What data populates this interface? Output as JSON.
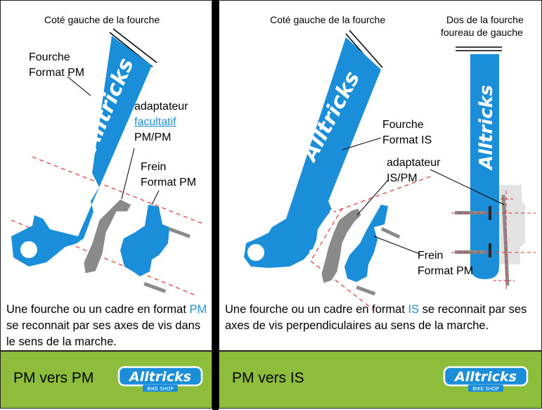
{
  "left_panel": {
    "top_label": "Coté gauche de la fourche",
    "fork_label": [
      "Fourche",
      "Format PM"
    ],
    "adapter_label": {
      "line1": "adaptateur",
      "line2": "facultatif",
      "line3": "PM/PM"
    },
    "brake_label": [
      "Frein",
      "Format PM"
    ],
    "fork_brand": "Alltricks",
    "caption": {
      "part1": "Une fourche ou un cadre en format ",
      "highlight": "PM",
      "part2": " se reconnait par ses axes de vis dans le sens de la marche."
    },
    "footer_title": "PM vers PM"
  },
  "right_panel": {
    "top_label": "Coté gauche de la fourche",
    "back_label": [
      "Dos de la fourche",
      "foureau de gauche"
    ],
    "fork_label": [
      "Fourche",
      "Format IS"
    ],
    "adapter_label": [
      "adaptateur",
      "IS/PM"
    ],
    "brake_label": [
      "Frein",
      "Format PM"
    ],
    "fork_brand": "Alltricks",
    "caption": {
      "part1": "Une fourche ou un cadre en format ",
      "highlight": "IS",
      "part2": " se reconnait par ses axes de vis perpendiculaires au sens de la marche."
    },
    "footer_title": "PM vers IS"
  },
  "logo": {
    "brand": "Alltricks",
    "sub": "BIKE SHOP"
  },
  "colors": {
    "fork_blue": "#1a8ed8",
    "footer_green": "#8dbd3b",
    "part_gray": "#8a8a8a",
    "guide_red": "#e03030",
    "highlight_blue": "#1f8ed6"
  }
}
